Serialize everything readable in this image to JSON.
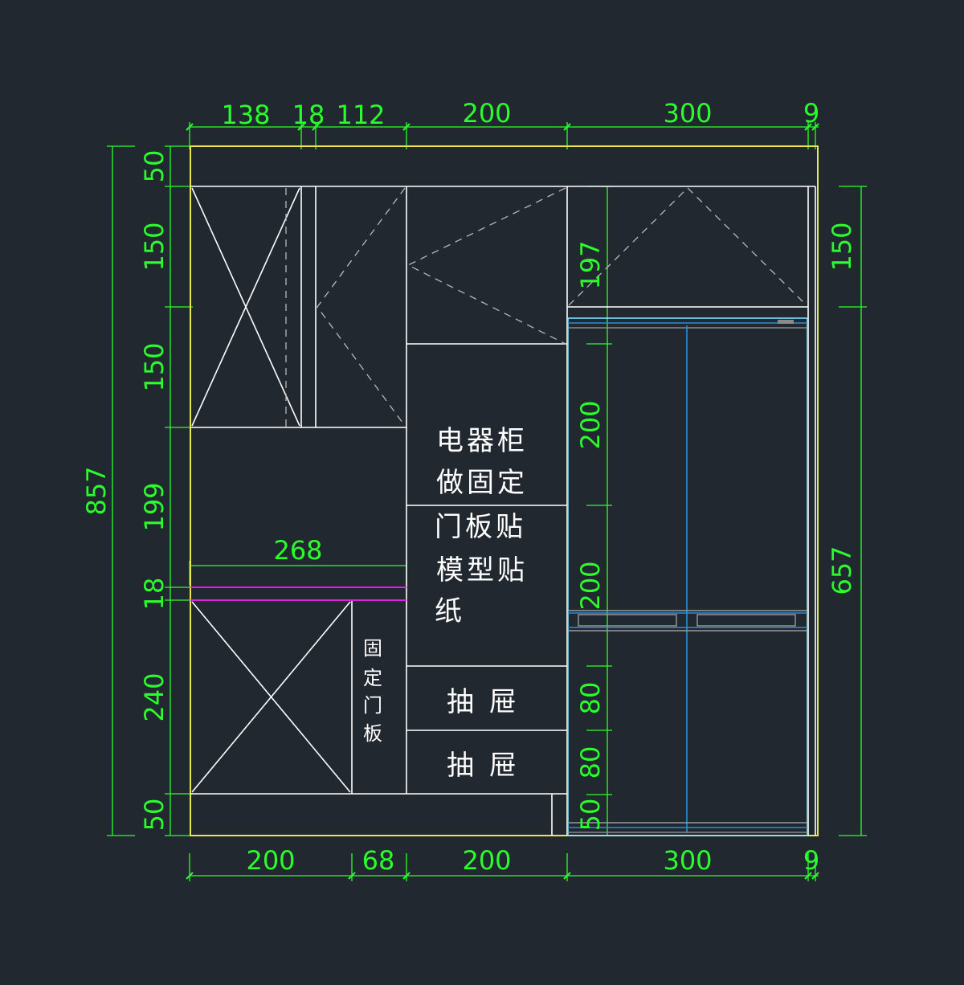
{
  "colors": {
    "background": "#212830",
    "frame": "#e8e84a",
    "line": "#ffffff",
    "dimension": "#2bff2b",
    "shelf_accent": "#e020e0",
    "door_outline": "#7fe0ff",
    "door_inner": "#2a8fd0",
    "hidden": "#b8b8b8"
  },
  "dimensions": {
    "top": [
      "138",
      "18",
      "112",
      "200",
      "300",
      "9"
    ],
    "bottom": [
      "200",
      "68",
      "200",
      "300",
      "9"
    ],
    "left_inner": [
      "50",
      "150",
      "150",
      "199",
      "18",
      "240",
      "50"
    ],
    "left_total": "857",
    "right": [
      "150",
      "657"
    ],
    "shelf_width": "268",
    "middle_top": "197",
    "middle": [
      "200",
      "200",
      "80",
      "80",
      "50"
    ]
  },
  "labels": {
    "appliance_lines": [
      "电器柜",
      "做固定",
      "门板贴",
      "模型贴",
      "纸"
    ],
    "drawer_1": "抽 屉",
    "drawer_2": "抽 屉",
    "fixed_door": [
      "固",
      "定",
      "门",
      "板"
    ]
  }
}
